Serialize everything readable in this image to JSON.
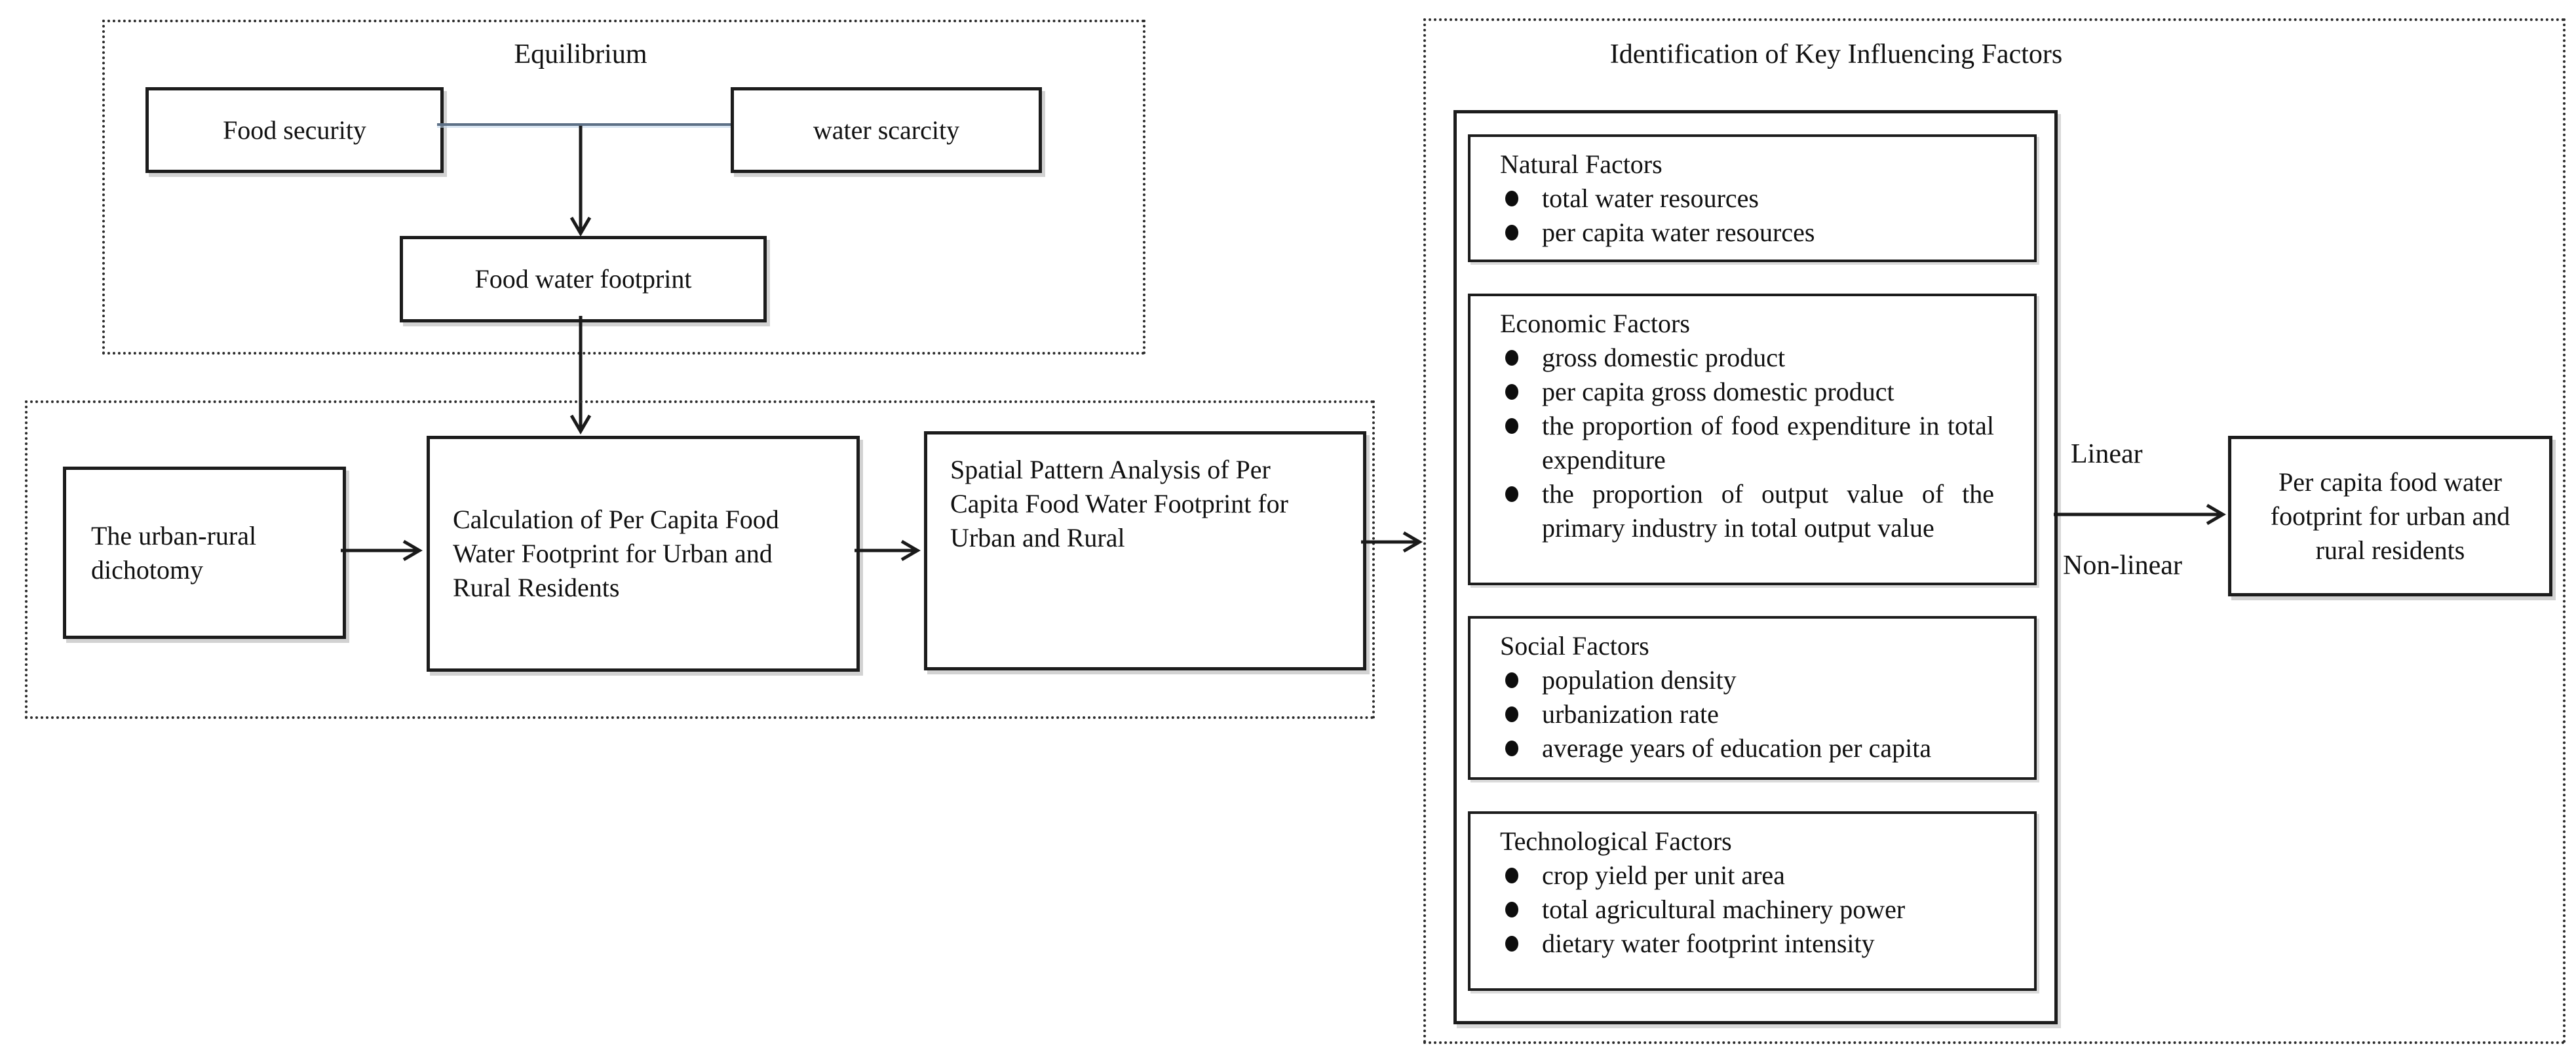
{
  "sections": {
    "equilibrium": {
      "label": "Equilibrium",
      "food_security": "Food security",
      "water_scarcity": "water scarcity",
      "food_water_footprint": "Food water footprint"
    },
    "process": {
      "urban_rural_dichotomy": "The urban-rural dichotomy",
      "calculation": "Calculation of Per Capita Food Water Footprint for Urban and Rural Residents",
      "spatial_analysis": "Spatial Pattern Analysis of Per Capita Food Water Footprint for Urban and Rural"
    },
    "identification": {
      "title": "Identification of Key Influencing Factors",
      "groups": [
        {
          "title": "Natural Factors",
          "items": [
            "total water resources",
            "per capita water resources"
          ]
        },
        {
          "title": "Economic Factors",
          "items": [
            "gross domestic product",
            "per capita gross domestic product",
            "the proportion of food expenditure in total expenditure",
            "the proportion of output value of the primary industry in total output value"
          ]
        },
        {
          "title": "Social Factors",
          "items": [
            "population density",
            "urbanization rate",
            "average years of education per capita"
          ]
        },
        {
          "title": "Technological Factors",
          "items": [
            "crop yield per unit area",
            "total agricultural machinery power",
            "dietary water footprint intensity"
          ]
        }
      ],
      "linear_label": "Linear",
      "nonlinear_label": "Non-linear",
      "result": "Per capita food water footprint for urban and rural residents"
    },
    "colors": {
      "connector": "#5d7086",
      "connector_glow": "#dce8f4",
      "ink": "#111111"
    }
  }
}
